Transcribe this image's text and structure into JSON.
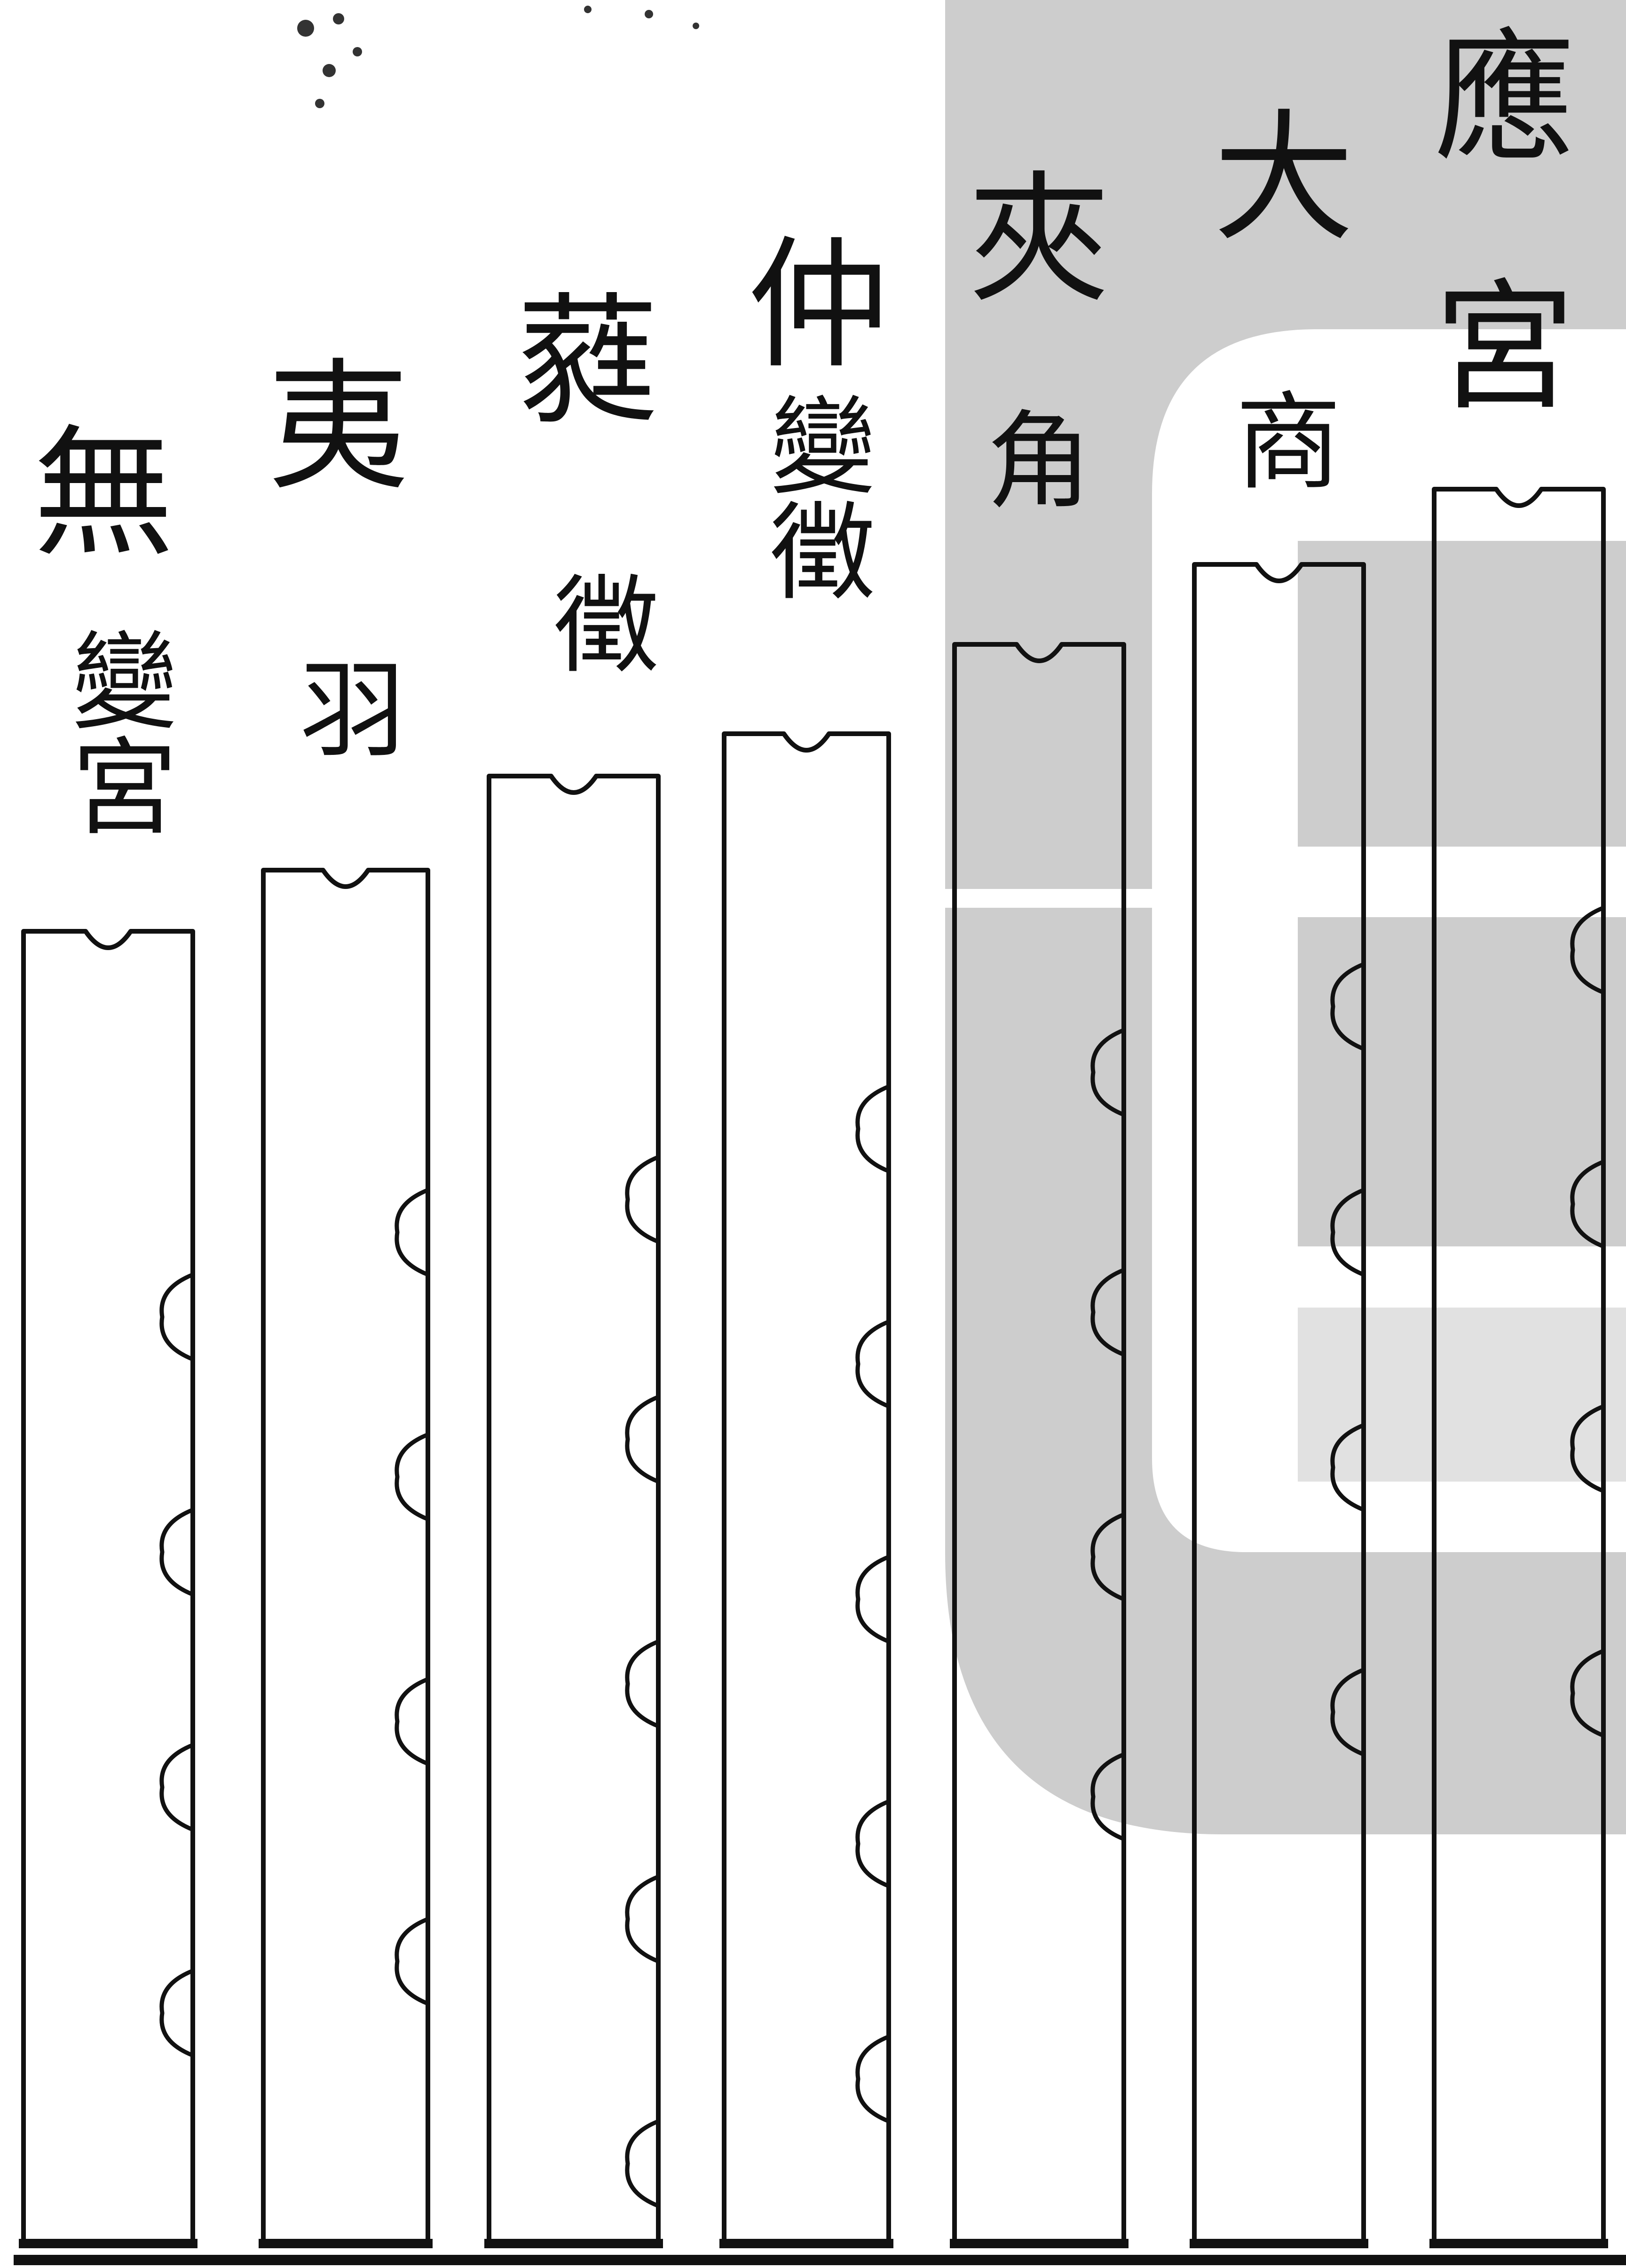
{
  "pipes": [
    {
      "note": "應",
      "role": "宮"
    },
    {
      "note": "大",
      "role": "商"
    },
    {
      "note": "夾",
      "role": "角"
    },
    {
      "note": "仲",
      "role": "變徵"
    },
    {
      "note": "蕤",
      "role": "徵"
    },
    {
      "note": "夷",
      "role": "羽"
    },
    {
      "note": "無",
      "role": "變宮"
    }
  ],
  "watermark": {
    "color": "#c8c8c8"
  },
  "ink_color": "#111111"
}
